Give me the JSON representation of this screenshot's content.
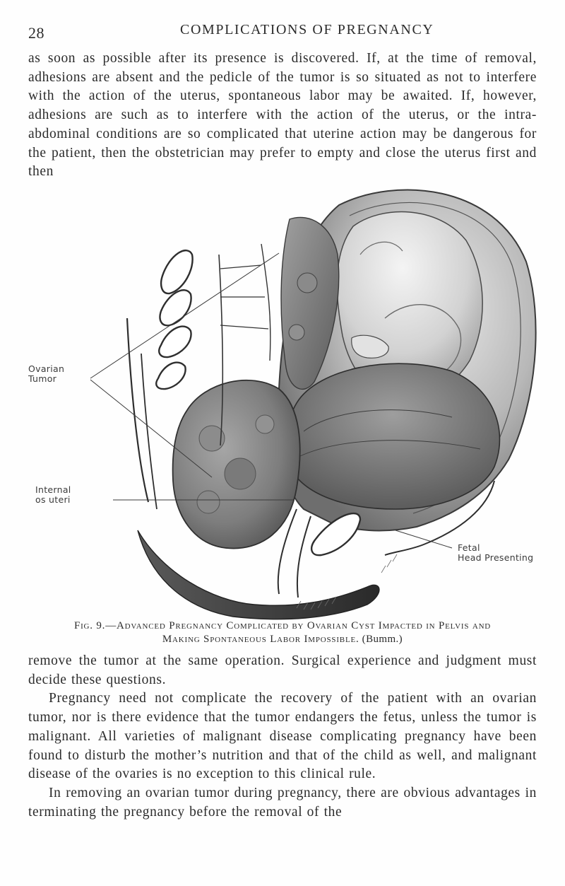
{
  "header": {
    "page_number": "28",
    "running_head": "COMPLICATIONS OF PREGNANCY"
  },
  "text_top": "as soon as possible after its presence is discovered. If, at the time of removal, adhesions are absent and the pedicle of the tumor is so situated as not to interfere with the action of the uterus, spontaneous labor may be awaited. If, however, adhesions are such as to interfere with the action of the uterus, or the intra-abdominal conditions are so complicated that uterine action may be dangerous for the patient, then the obstetrician may prefer to empty and close the uterus first and then",
  "figure": {
    "labels": {
      "ovarian_tumor_1": "Ovarian",
      "ovarian_tumor_2": "Tumor",
      "internal_os_1": "Internal",
      "internal_os_2": "os uteri",
      "fetal_head_1": "Fetal",
      "fetal_head_2": "Head Presenting"
    },
    "caption_prefix": "Fig. 9.",
    "caption_line1": "—Advanced Pregnancy Complicated by Ovarian Cyst Impacted in Pelvis and",
    "caption_line2": "Making Spontaneous Labor Impossible.",
    "caption_source": " (Bumm.)"
  },
  "text_bottom": [
    "remove the tumor at the same operation. Surgical experience and judgment must decide these questions.",
    "Pregnancy need not complicate the recovery of the patient with an ovarian tumor, nor is there evidence that the tumor endangers the fetus, unless the tumor is malignant. All varieties of malignant disease complicating pregnancy have been found to disturb the mother’s nutrition and that of the child as well, and malignant disease of the ovaries is no exception to this clinical rule.",
    "In removing an ovarian tumor during pregnancy, there are obvious advantages in terminating the pregnancy before the removal of the"
  ]
}
